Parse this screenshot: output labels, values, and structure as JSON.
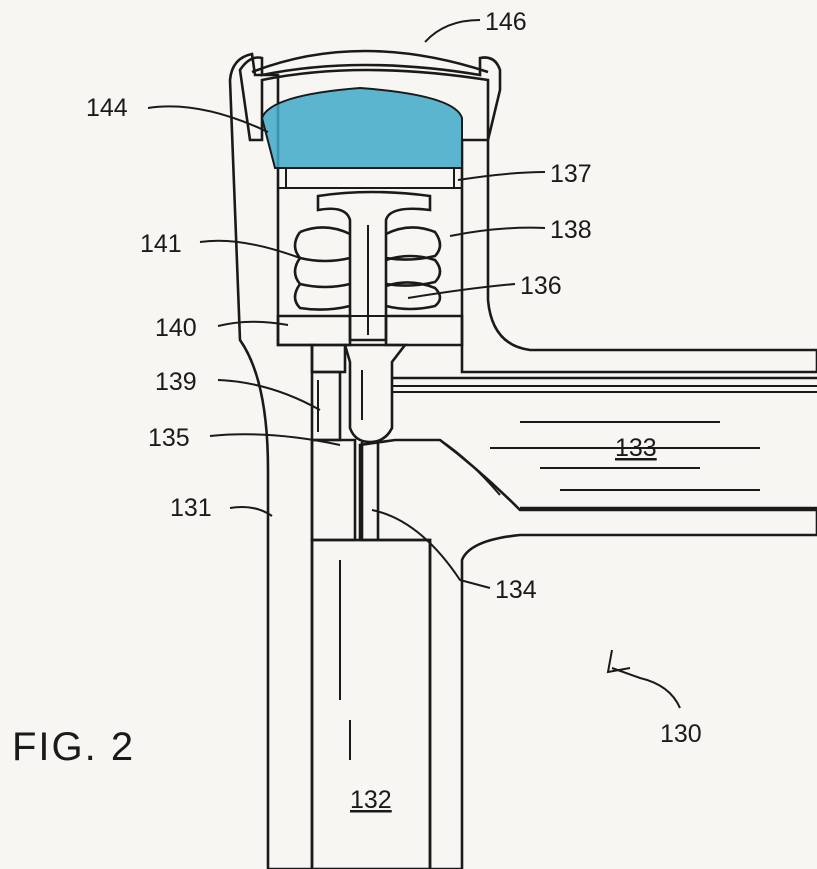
{
  "figure": {
    "title": "FIG. 2",
    "colors": {
      "ink": "#1a1a1a",
      "paper": "#f7f6f2",
      "highlight": "#3fa9c9"
    },
    "labels": {
      "l146": "146",
      "l144": "144",
      "l137": "137",
      "l138": "138",
      "l141": "141",
      "l136": "136",
      "l140": "140",
      "l139": "139",
      "l135": "135",
      "l133": "133",
      "l131": "131",
      "l134": "134",
      "l130": "130",
      "l132": "132"
    }
  }
}
